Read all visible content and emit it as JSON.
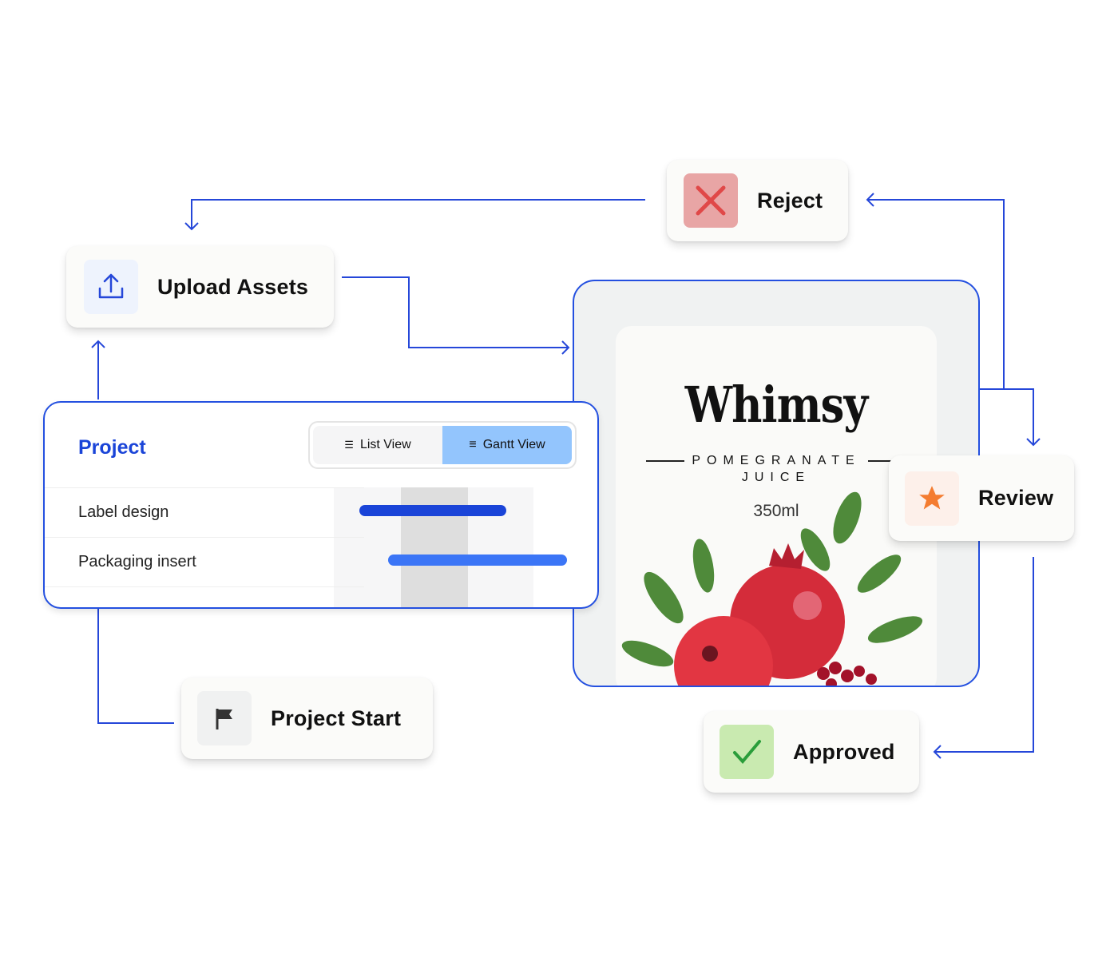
{
  "nodes": {
    "reject": {
      "label": "Reject",
      "icon": "x-icon",
      "color": "#e05050"
    },
    "upload": {
      "label": "Upload Assets",
      "icon": "upload-icon"
    },
    "review": {
      "label": "Review",
      "icon": "star-icon",
      "color": "#f47c30"
    },
    "project_start": {
      "label": "Project Start",
      "icon": "flag-icon"
    },
    "approved": {
      "label": "Approved",
      "icon": "check-icon",
      "color": "#2a9d3a"
    }
  },
  "project": {
    "title": "Project",
    "views": [
      {
        "label": "List View",
        "active": false
      },
      {
        "label": "Gantt View",
        "active": true
      }
    ],
    "tasks": [
      {
        "name": "Label design",
        "color": "#1a44d8"
      },
      {
        "name": "Packaging insert",
        "color": "#3b75f6"
      }
    ]
  },
  "artwork": {
    "brand": "Whimsy",
    "product_line1": "POMEGRANATE",
    "product_line2": "JUICE",
    "volume": "350ml"
  },
  "colors": {
    "accent": "#2450e0"
  }
}
